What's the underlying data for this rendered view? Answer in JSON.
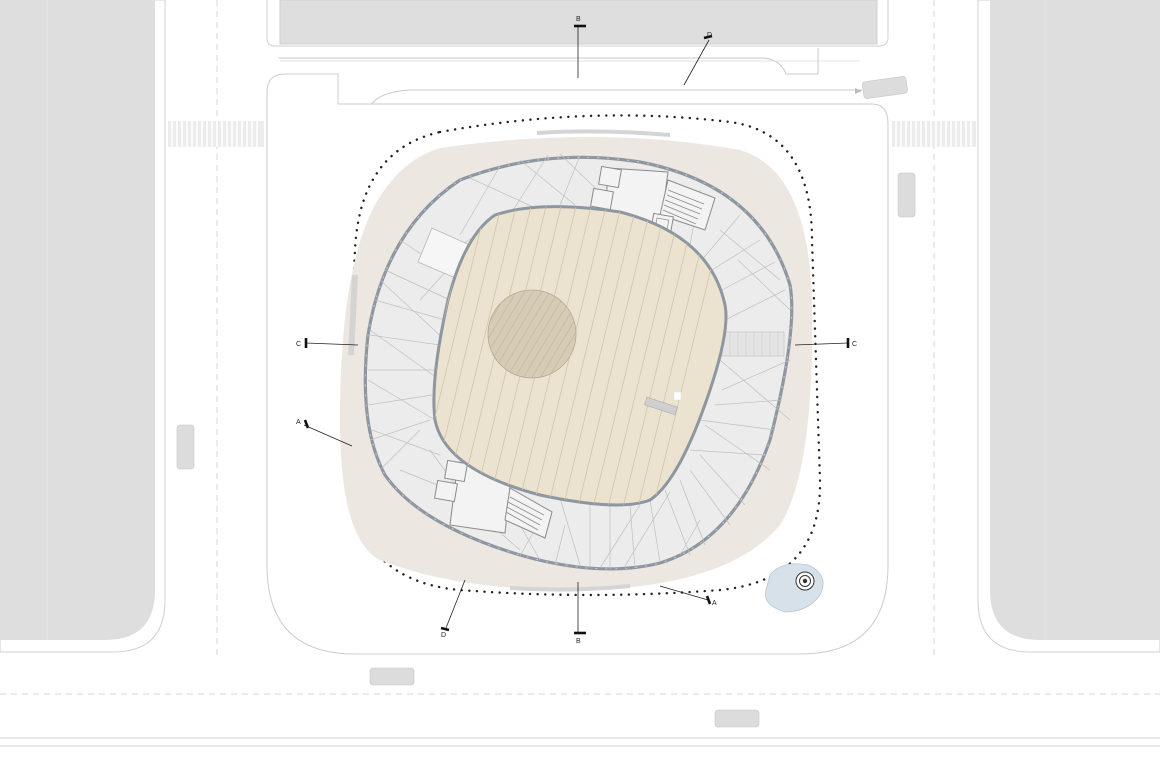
{
  "section_markers": {
    "a_left": "A",
    "a_right": "A",
    "b_top": "B",
    "b_bottom": "B",
    "c_left": "C",
    "c_right": "C",
    "d_top": "D",
    "d_bottom": "D"
  },
  "colors": {
    "background": "#ffffff",
    "block_fill": "#dedede",
    "plaza_ring": "#ece7e0",
    "seating_fill": "#ececec",
    "field_fill": "#ebe3cf",
    "field_lines": "#cfc4aa",
    "center_circle": "#d6ccb6",
    "roof_rim": "#8e96a0",
    "core_fill": "#f3f3f3",
    "pond_fill": "#d7e1ea"
  }
}
